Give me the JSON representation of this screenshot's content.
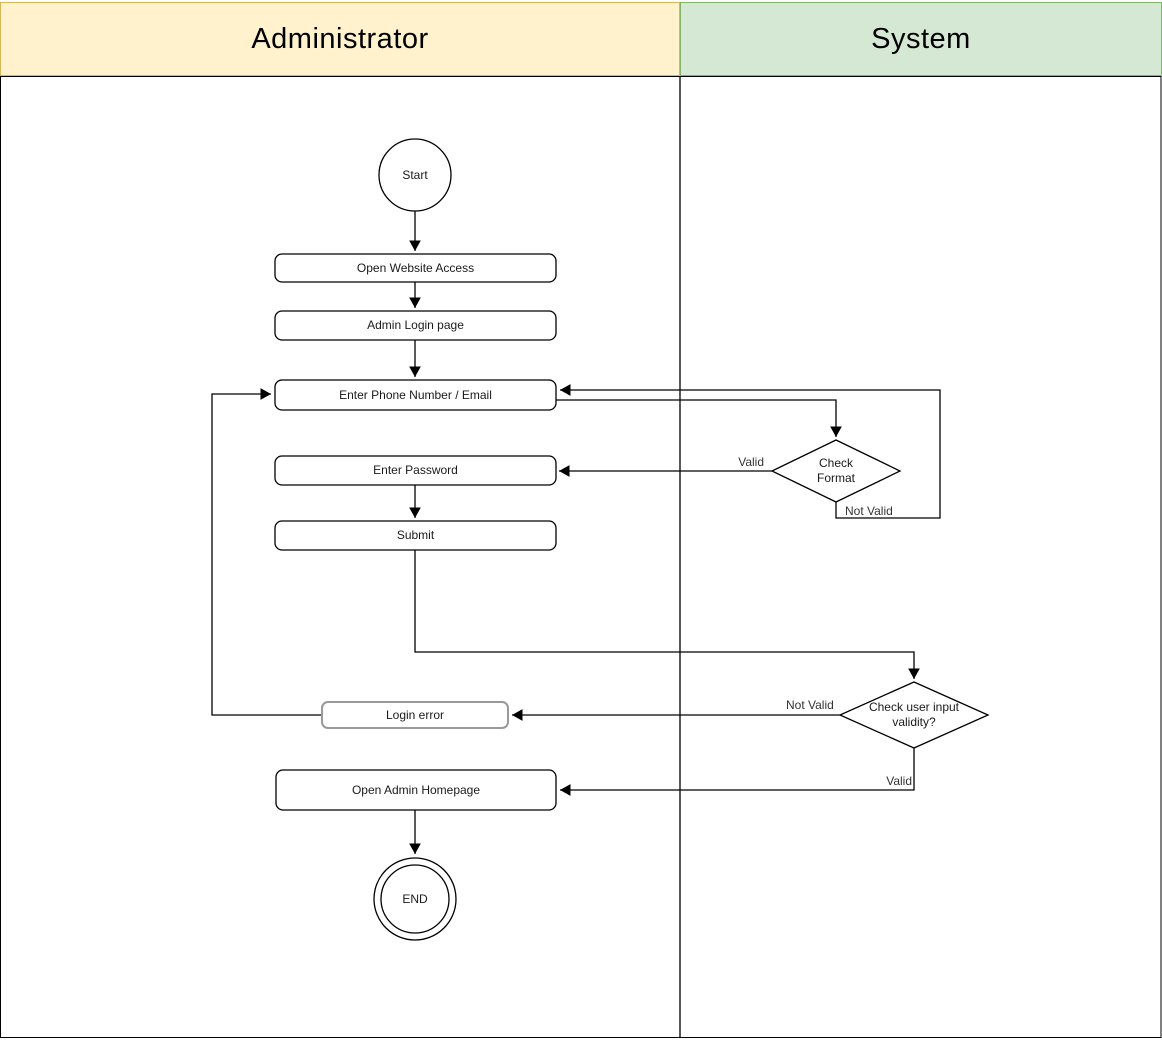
{
  "lanes": [
    {
      "label": "Administrator"
    },
    {
      "label": "System"
    }
  ],
  "nodes": {
    "start": {
      "label": "Start",
      "type": "circle"
    },
    "open_website": {
      "label": "Open Website Access",
      "type": "rounded-rect"
    },
    "admin_login": {
      "label": "Admin Login page",
      "type": "rounded-rect"
    },
    "enter_phone": {
      "label": "Enter Phone Number / Email",
      "type": "rounded-rect"
    },
    "enter_password": {
      "label": "Enter Password",
      "type": "rounded-rect"
    },
    "submit": {
      "label": "Submit",
      "type": "rounded-rect"
    },
    "check_format": {
      "label": "Check Format",
      "type": "decision"
    },
    "login_error": {
      "label": "Login error",
      "type": "rounded-rect"
    },
    "check_validity": {
      "label": "Check user input validity?",
      "type": "decision"
    },
    "open_homepage": {
      "label": "Open Admin Homepage",
      "type": "rounded-rect"
    },
    "end": {
      "label": "END",
      "type": "double-circle"
    }
  },
  "edge_labels": {
    "format_valid": "Valid",
    "format_not_valid": "Not Valid",
    "validity_not_valid": "Not Valid",
    "validity_valid": "Valid"
  },
  "colors": {
    "administrator_fill": "#FFF2CC",
    "administrator_border": "#D6B656",
    "system_fill": "#D5E8D4",
    "system_border": "#82B366",
    "shape_fill": "#FFFFFF",
    "line": "#000000",
    "login_error_border": "#999999"
  }
}
